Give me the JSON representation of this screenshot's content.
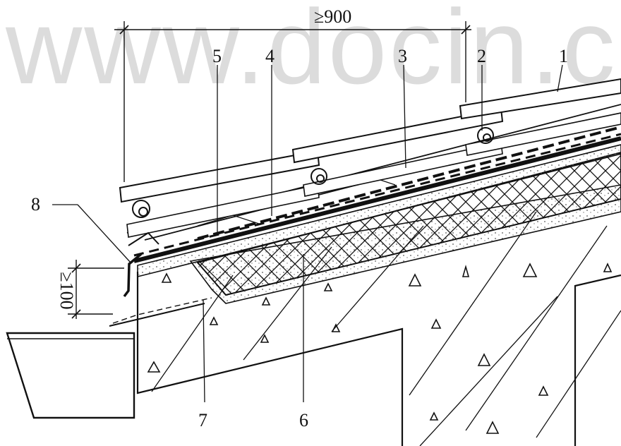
{
  "watermark": "www.docin.co",
  "dimensions": {
    "overall_length": "≥900",
    "lap_height": "≥100"
  },
  "callouts": {
    "c1": "1",
    "c2": "2",
    "c3": "3",
    "c4": "4",
    "c5": "5",
    "c6": "6",
    "c7": "7",
    "c8": "8"
  },
  "colors": {
    "ink": "#111111",
    "watermark": "#dcdcdc",
    "background": "#ffffff"
  }
}
